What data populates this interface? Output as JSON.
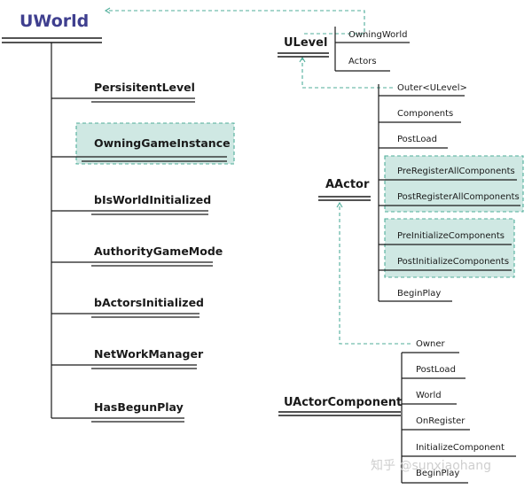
{
  "uworld": {
    "title": "UWorld",
    "members": [
      "PersisitentLevel",
      "OwningGameInstance",
      "bIsWorldInitialized",
      "AuthorityGameMode",
      "bActorsInitialized",
      "NetWorkManager",
      "HasBegunPlay"
    ]
  },
  "ulevel": {
    "title": "ULevel",
    "members": [
      "OwningWorld",
      "Actors"
    ]
  },
  "aactor": {
    "title": "AActor",
    "members": [
      "Outer<ULevel>",
      "Components",
      "PostLoad",
      "PreRegisterAllComponents",
      "PostRegisterAllComponents",
      "PreInitializeComponents",
      "PostInitializeComponents",
      "BeginPlay"
    ]
  },
  "uactorcomponent": {
    "title": "UActorComponent",
    "members": [
      "Owner",
      "PostLoad",
      "World",
      "OnRegister",
      "InitializeComponent",
      "BeginPlay"
    ]
  },
  "watermark": "知乎 @sunxiaohang",
  "colors": {
    "title": "#3f3f8f",
    "highlight_fill": "#cfe8e3",
    "highlight_border": "#4fae9a",
    "link": "#4fae9a"
  }
}
